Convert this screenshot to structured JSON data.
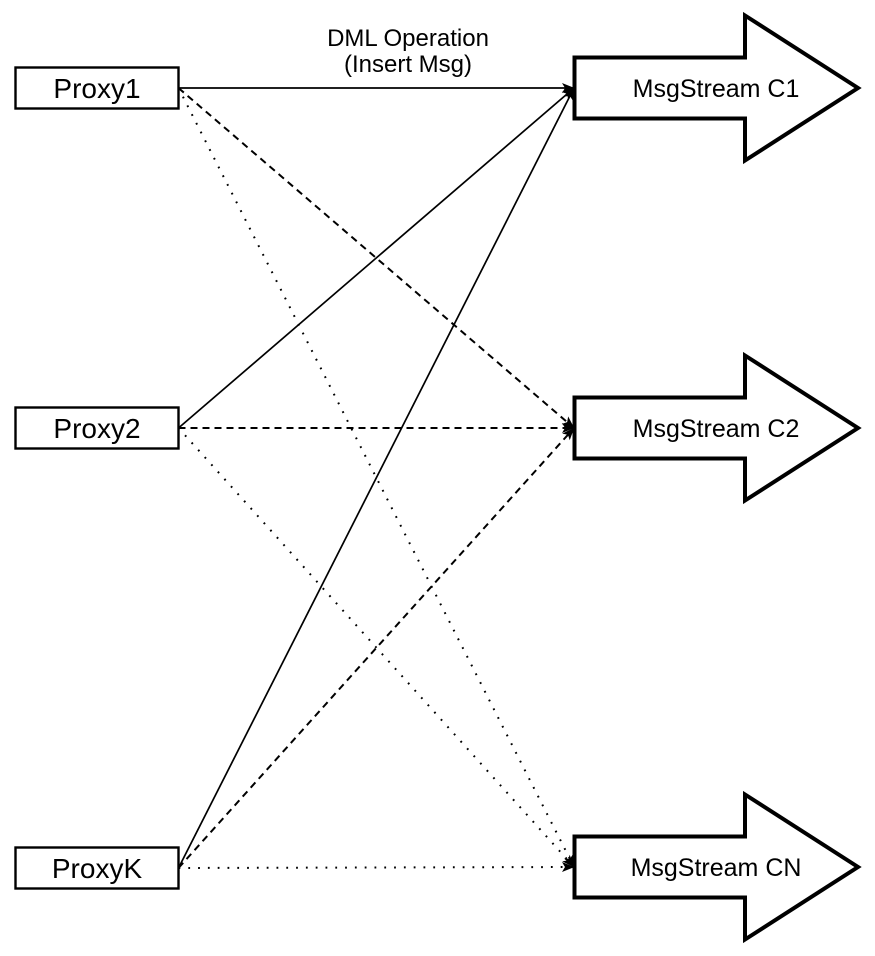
{
  "diagram_title_label": {
    "line1": "DML Operation",
    "line2": "(Insert Msg)"
  },
  "proxies": [
    {
      "id": "proxy1",
      "label": "Proxy1"
    },
    {
      "id": "proxy2",
      "label": "Proxy2"
    },
    {
      "id": "proxyK",
      "label": "ProxyK"
    }
  ],
  "streams": [
    {
      "id": "c1",
      "label": "MsgStream C1",
      "incoming_line_style": "solid"
    },
    {
      "id": "c2",
      "label": "MsgStream C2",
      "incoming_line_style": "dashed"
    },
    {
      "id": "cn",
      "label": "MsgStream CN",
      "incoming_line_style": "dotted"
    }
  ],
  "edges": [
    {
      "from": "proxy1",
      "to": "c1",
      "style": "solid"
    },
    {
      "from": "proxy2",
      "to": "c1",
      "style": "solid"
    },
    {
      "from": "proxyK",
      "to": "c1",
      "style": "solid"
    },
    {
      "from": "proxy1",
      "to": "c2",
      "style": "dashed"
    },
    {
      "from": "proxy2",
      "to": "c2",
      "style": "dashed"
    },
    {
      "from": "proxyK",
      "to": "c2",
      "style": "dashed"
    },
    {
      "from": "proxy1",
      "to": "cn",
      "style": "dotted"
    },
    {
      "from": "proxy2",
      "to": "cn",
      "style": "dotted"
    },
    {
      "from": "proxyK",
      "to": "cn",
      "style": "dotted"
    }
  ],
  "colors": {
    "stroke": "#000000",
    "fill": "#ffffff",
    "background": "#ffffff"
  }
}
